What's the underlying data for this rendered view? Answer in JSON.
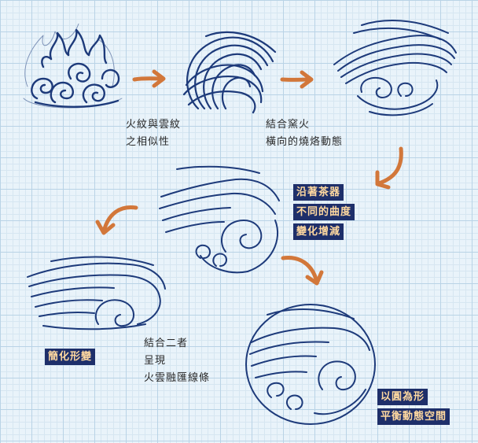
{
  "notes": {
    "fire_cloud": [
      "火紋與雲紋",
      "之相似性"
    ],
    "combine_kiln": [
      "結合窯火",
      "橫向的燒烙動態"
    ],
    "combine_two": [
      "結合二者",
      "呈現",
      "火雲融匯線條"
    ]
  },
  "tags": {
    "curvature": [
      "沿著茶器",
      "不同的曲度",
      "變化增減"
    ],
    "simplify": [
      "簡化形變"
    ],
    "circle": [
      "以圓為形",
      "平衡動態空間"
    ]
  },
  "colors": {
    "grid_background": "#e9f3fa",
    "ink": "#1d3a7a",
    "arrow": "#d2773a",
    "tag_background": "#1e2f6a",
    "tag_text": "#ffd9a0"
  }
}
